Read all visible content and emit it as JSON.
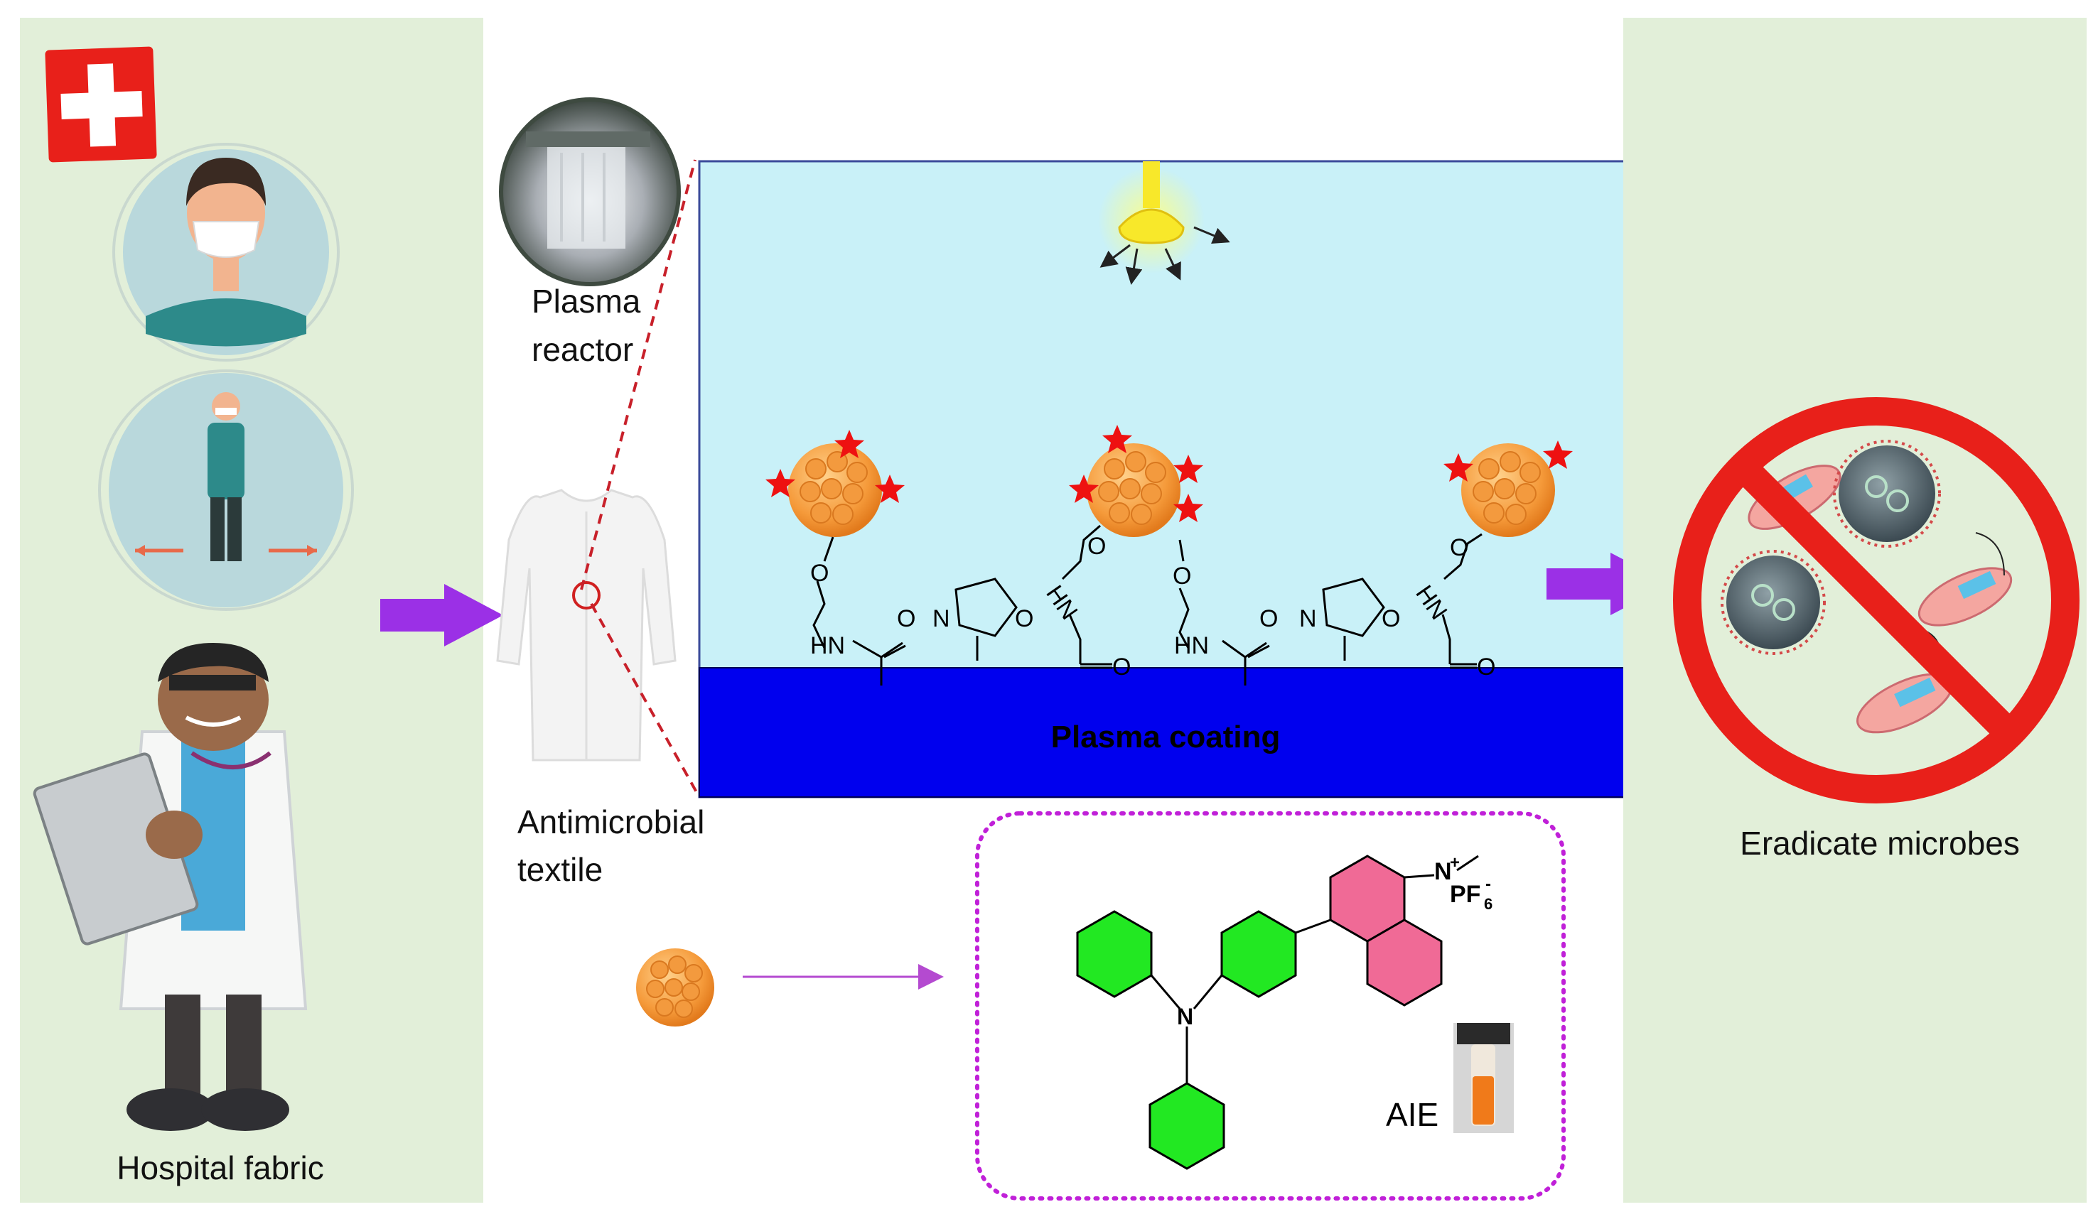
{
  "panels": {
    "left": {
      "label": "Hospital fabric"
    },
    "middle": {
      "reactor_label_line1": "Plasma",
      "reactor_label_line2": "reactor",
      "textile_label_line1": "Antimicrobial",
      "textile_label_line2": "textile",
      "coating_label": "Plasma coating"
    },
    "right": {
      "label": "Eradicate microbes"
    }
  },
  "structure": {
    "aie_label": "AIE",
    "cation_label": "N",
    "cation_charge": "+",
    "anion_label": "PF",
    "anion_subscript": "6",
    "anion_charge": "-",
    "amine_label": "N",
    "chain_labels": {
      "o": "O",
      "hn": "HN",
      "carbonyl_o": "O",
      "ring_n": "N",
      "ring_o": "O"
    }
  },
  "colors": {
    "panel_bg": "#e2efd9",
    "surface_bg": "#c9f1f8",
    "coating": "#0000ee",
    "arrow": "#9b30e6",
    "star": "#ee1111",
    "nanoparticle": "#f7a24a",
    "prohibit": "#e8201a",
    "ring_green": "#22e822",
    "ring_pink": "#f06a96",
    "dash_box": "#c020d8",
    "zoom_line": "#c8202a"
  }
}
